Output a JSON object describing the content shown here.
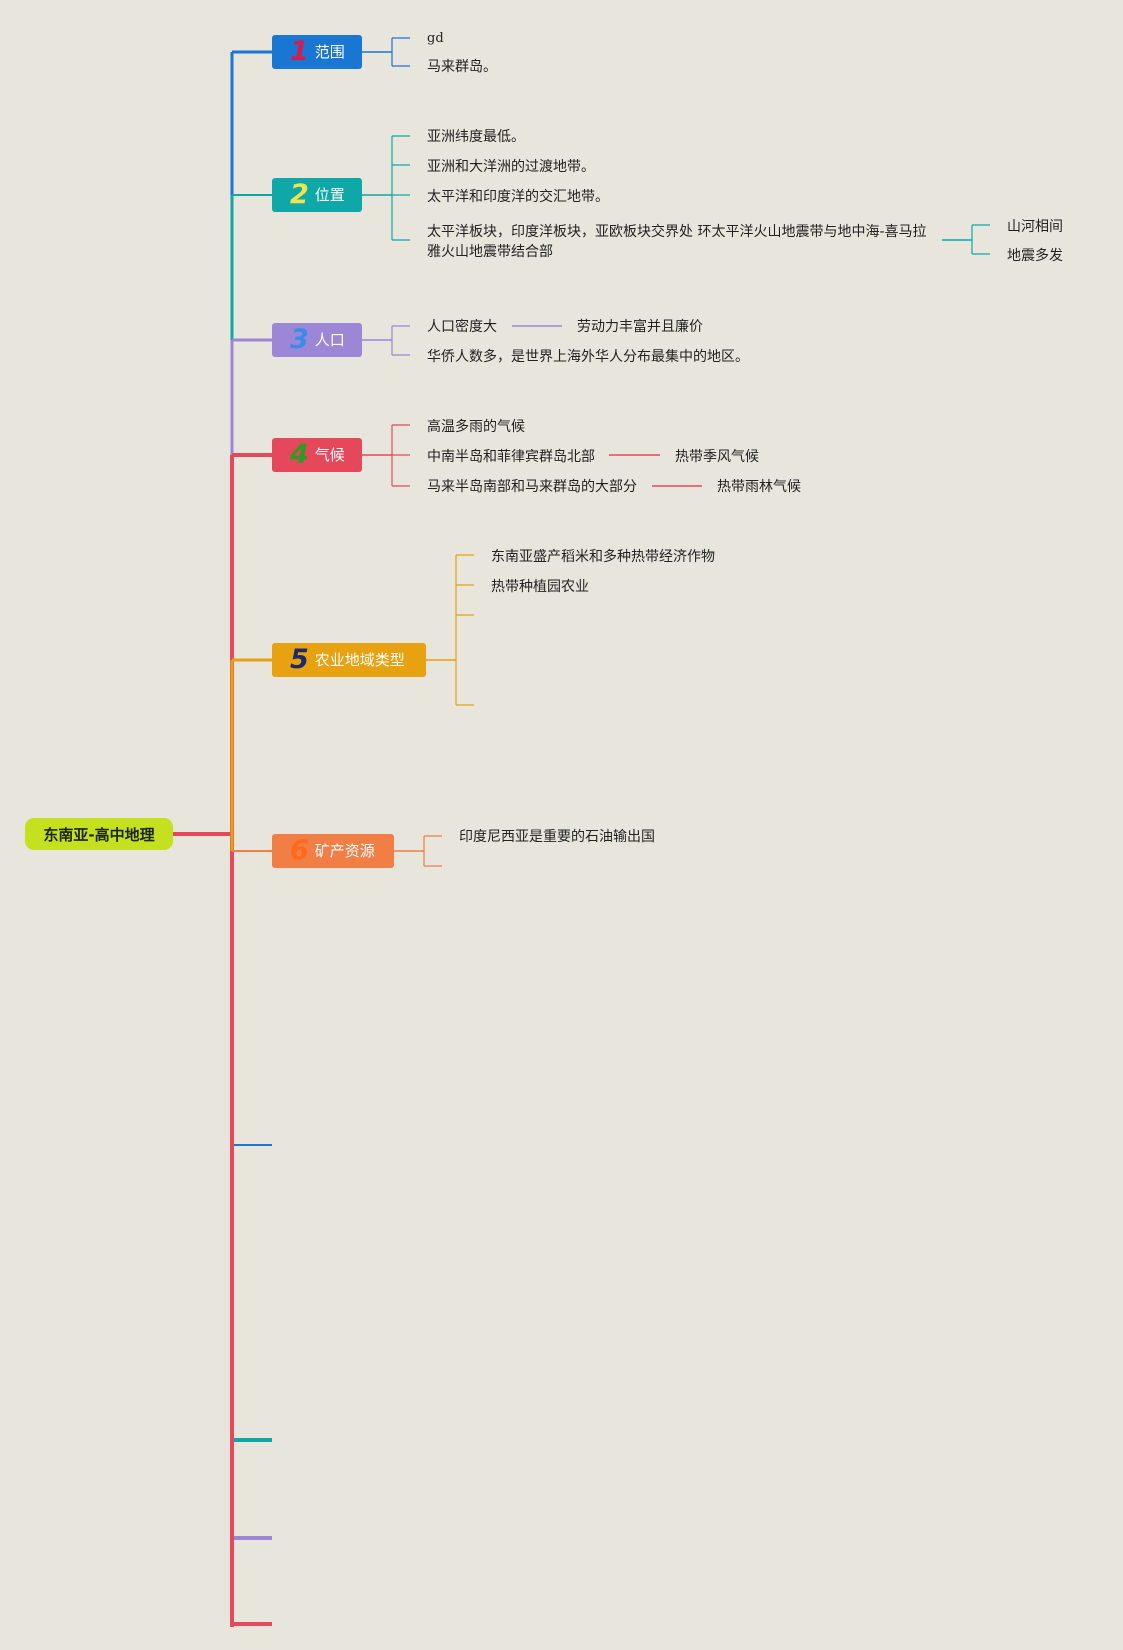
{
  "colors": {
    "background": "#e8e5dd",
    "root": "#c4e01e",
    "t1": "#1976d2",
    "t2": "#0fa8a8",
    "t3": "#9b87d6",
    "t4": "#e5485a",
    "t5": "#e8a110",
    "t6": "#f07e45",
    "num1": "#d81b4a",
    "num2": "#f2e34a",
    "num3": "#3a8ce8",
    "num4": "#2f9a26",
    "num5": "#1b2a6b",
    "num6": "#ff6a1a"
  },
  "root": {
    "label": "东南亚-高中地理"
  },
  "topics": [
    {
      "num": "1",
      "label": "范围"
    },
    {
      "num": "2",
      "label": "位置"
    },
    {
      "num": "3",
      "label": "人口"
    },
    {
      "num": "4",
      "label": "气候"
    },
    {
      "num": "5",
      "label": "农业地域类型"
    },
    {
      "num": "6",
      "label": "矿产资源"
    }
  ],
  "leaves": {
    "range_1": "gd",
    "range_2": "马来群岛。",
    "pos_1": "亚洲纬度最低。",
    "pos_2": "亚洲和大洋洲的过渡地带。",
    "pos_3": "太平洋和印度洋的交汇地带。",
    "pos_4": "太平洋板块，印度洋板块，亚欧板块交界处 环太平洋火山地震带与地中海-喜马拉雅火山地震带结合部",
    "pos_4a": "山河相间",
    "pos_4b": "地震多发",
    "pop_1": "人口密度大",
    "pop_1a": "劳动力丰富并且廉价",
    "pop_2": "华侨人数多，是世界上海外华人分布最集中的地区。",
    "cli_1": "高温多雨的气候",
    "cli_2": "中南半岛和菲律宾群岛北部",
    "cli_2a": "热带季风气候",
    "cli_3": "马来半岛南部和马来群岛的大部分",
    "cli_3a": "热带雨林气候",
    "agr_1": "东南亚盛产稻米和多种热带经济作物",
    "agr_2": "热带种植园农业",
    "min_1": "印度尼西亚是重要的石油输出国"
  }
}
